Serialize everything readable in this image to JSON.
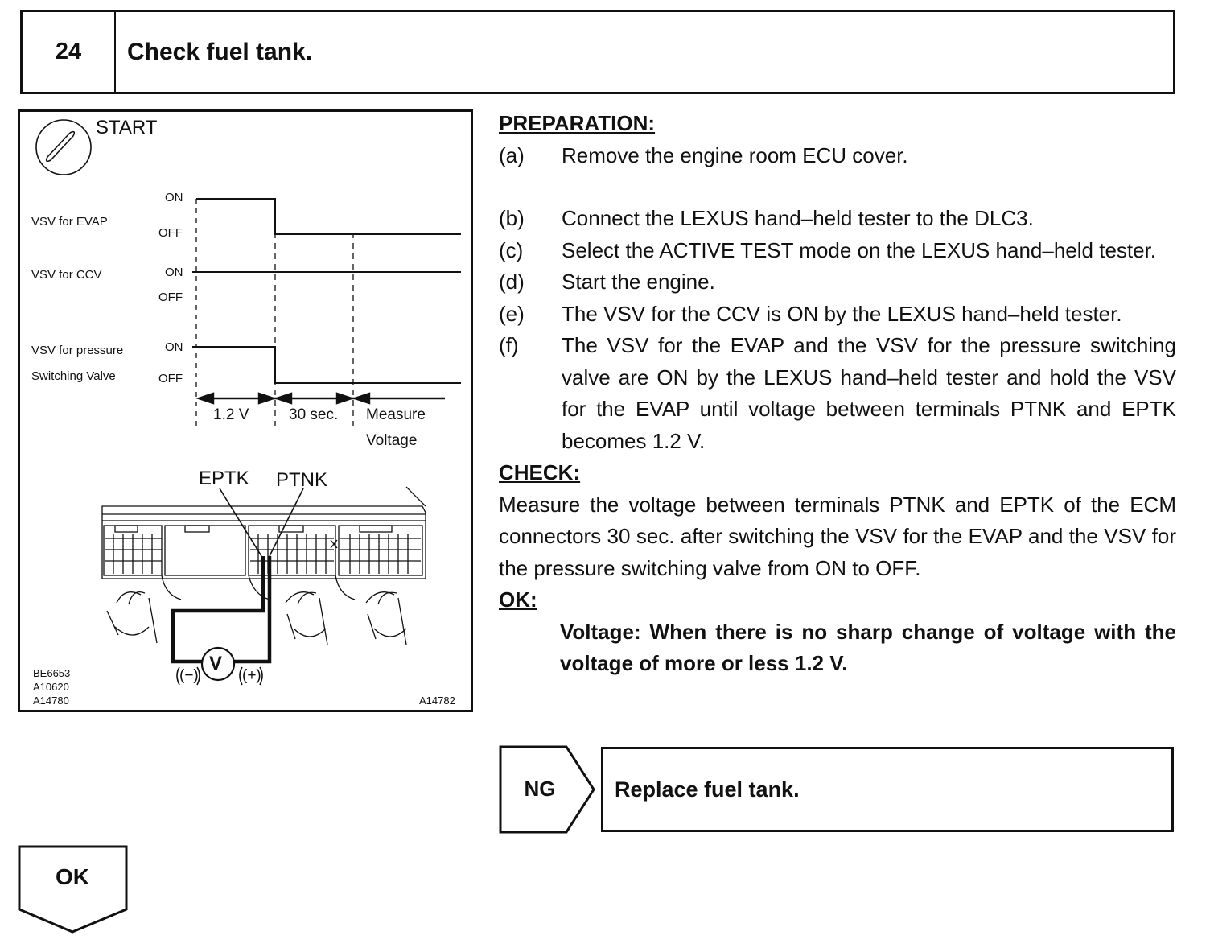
{
  "step": {
    "number": "24",
    "title": "Check fuel tank."
  },
  "figure": {
    "start_label": "START",
    "signals": [
      {
        "name": "VSV for EVAP",
        "on": "ON",
        "off": "OFF"
      },
      {
        "name": "VSV for CCV",
        "on": "ON",
        "off": "OFF"
      },
      {
        "name_line1": "VSV for pressure",
        "name_line2": "Switching Valve",
        "on": "ON",
        "off": "OFF"
      }
    ],
    "intervals": [
      "1.2 V",
      "30 sec.",
      "Measure",
      "Voltage"
    ],
    "terminals": [
      "EPTK",
      "PTNK"
    ],
    "meter": {
      "symbol": "V",
      "neg": "(−)",
      "pos": "(+)"
    },
    "codes_left": [
      "BE6653",
      "A10620",
      "A14780"
    ],
    "code_right": "A14782"
  },
  "preparation": {
    "heading": "PREPARATION:",
    "items": [
      {
        "letter": "(a)",
        "text": "Remove the engine room ECU cover."
      },
      {
        "letter": "(b)",
        "text": "Connect the LEXUS hand–held tester to the DLC3."
      },
      {
        "letter": "(c)",
        "text": "Select the ACTIVE TEST mode on the LEXUS hand–held tester."
      },
      {
        "letter": "(d)",
        "text": "Start the engine."
      },
      {
        "letter": "(e)",
        "text": "The VSV for the CCV is ON by the LEXUS hand–held tester."
      },
      {
        "letter": "(f)",
        "text": "The VSV for the EVAP and the VSV for the pressure switching valve are ON by the LEXUS hand–held tester and hold the VSV for the EVAP until voltage between terminals PTNK and EPTK becomes 1.2 V."
      }
    ]
  },
  "check": {
    "heading": "CHECK:",
    "text": "Measure the voltage between terminals PTNK and EPTK of the ECM connectors 30 sec. after switching the VSV for the EVAP and the VSV for the pressure switching valve from ON to OFF."
  },
  "ok": {
    "heading": "OK:",
    "text": "Voltage: When there is no sharp change of voltage with the voltage of more or less 1.2 V."
  },
  "ng": {
    "label": "NG",
    "action": "Replace fuel tank."
  },
  "ok_flow": {
    "label": "OK"
  }
}
